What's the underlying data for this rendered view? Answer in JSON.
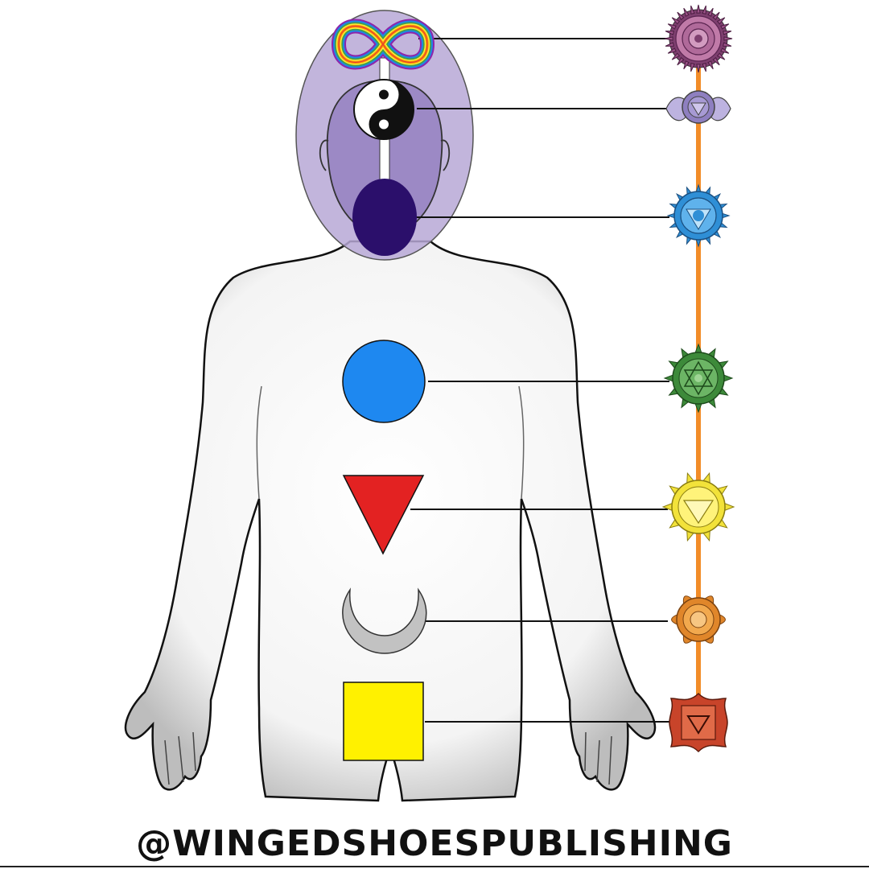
{
  "footer": {
    "handle": "@WINGEDSHOESPUBLISHING"
  },
  "colors": {
    "head_aura": "#b7a8d6",
    "face": "#8f7bbd",
    "throat_oval": "#2b0f6b",
    "spine": "#f28c28",
    "circle": "#1e88f0",
    "triangle": "#e32222",
    "moon": "#c2c2c2",
    "square": "#fff100"
  },
  "symbols": [
    {
      "name": "infinity",
      "icon": "infinity-icon",
      "chakra": "crown"
    },
    {
      "name": "yin-yang",
      "icon": "yin-yang-icon",
      "chakra": "third-eye"
    },
    {
      "name": "oval",
      "icon": "oval-icon",
      "chakra": "throat"
    },
    {
      "name": "circle",
      "icon": "circle-icon",
      "chakra": "heart"
    },
    {
      "name": "triangle",
      "icon": "triangle-icon",
      "chakra": "solar-plexus"
    },
    {
      "name": "crescent-moon",
      "icon": "crescent-moon-icon",
      "chakra": "sacral"
    },
    {
      "name": "square",
      "icon": "square-icon",
      "chakra": "root"
    }
  ],
  "chakras": [
    {
      "name": "crown",
      "color": "#b06a9a"
    },
    {
      "name": "third-eye",
      "color": "#8e7fc0"
    },
    {
      "name": "throat",
      "color": "#2f8fd6"
    },
    {
      "name": "heart",
      "color": "#3d8a3a"
    },
    {
      "name": "solar-plexus",
      "color": "#f2e23a"
    },
    {
      "name": "sacral",
      "color": "#e0862a"
    },
    {
      "name": "root",
      "color": "#c8442a"
    }
  ]
}
